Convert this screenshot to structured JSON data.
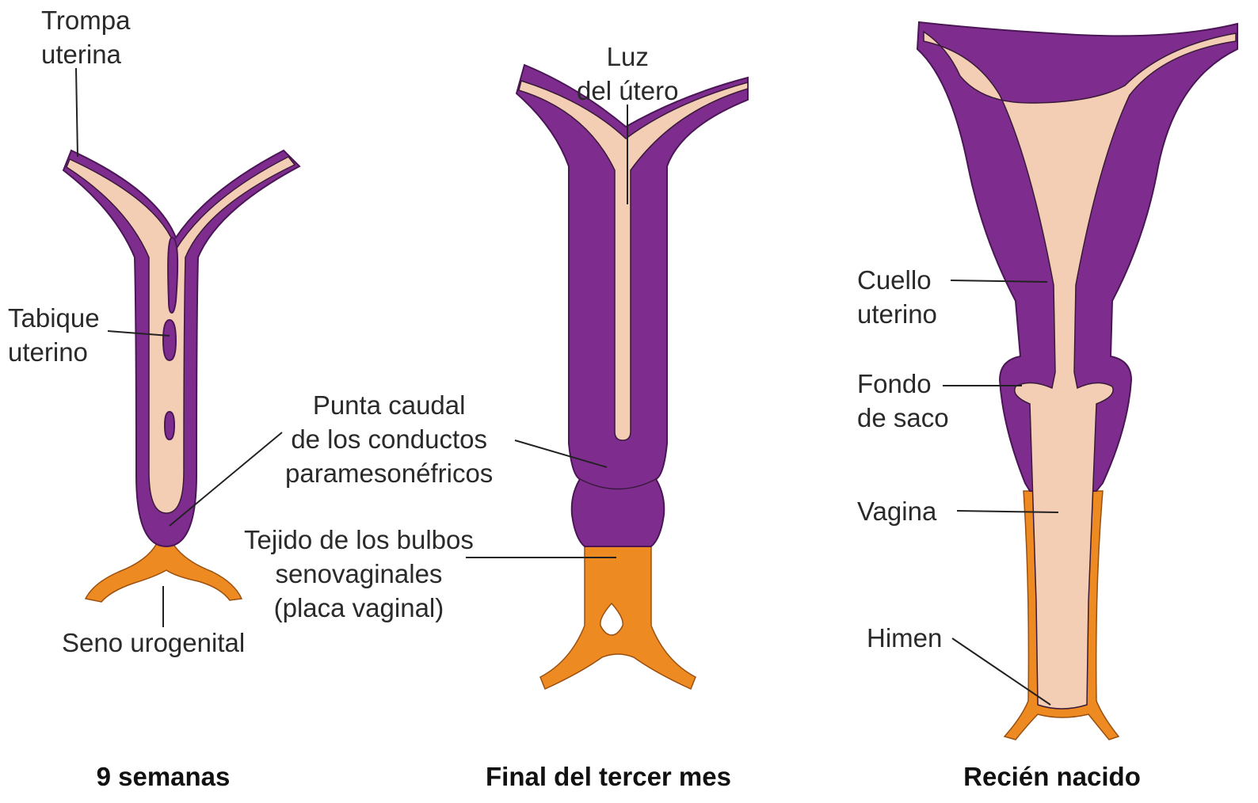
{
  "colors": {
    "paramesonephric": "#7e2d8f",
    "lumen": "#f3cdb4",
    "sinovaginal": "#ee8a22"
  },
  "panels": [
    {
      "caption": "9 semanas",
      "labels": {
        "trompa": [
          "Trompa",
          "uterina"
        ],
        "tabique": [
          "Tabique",
          "uterino"
        ],
        "seno": [
          "Seno urogenital"
        ]
      }
    },
    {
      "caption": "Final del tercer mes",
      "labels": {
        "luz": [
          "Luz",
          "del útero"
        ],
        "punta": [
          "Punta caudal",
          "de los conductos",
          "paramesonéfricos"
        ],
        "tejido": [
          "Tejido de los bulbos",
          "senovaginales",
          "(placa vaginal)"
        ]
      }
    },
    {
      "caption": "Recién nacido",
      "labels": {
        "cuello": [
          "Cuello",
          "uterino"
        ],
        "fondo": [
          "Fondo",
          "de saco"
        ],
        "vagina": [
          "Vagina"
        ],
        "himen": [
          "Himen"
        ]
      }
    }
  ]
}
